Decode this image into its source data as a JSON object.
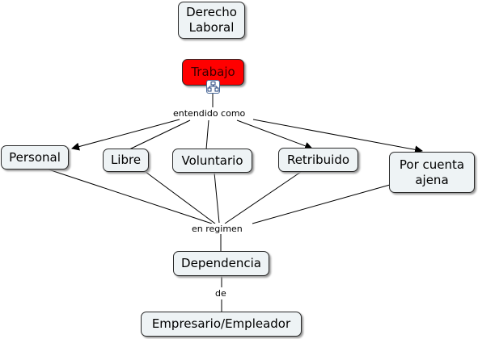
{
  "map": {
    "title": "Derecho\nLaboral",
    "root": "Trabajo",
    "link_root": "entendido como",
    "types": [
      "Personal",
      "Libre",
      "Voluntario",
      "Retribuido",
      "Por cuenta\najena"
    ],
    "link_types": "en regimen",
    "dependencia": "Dependencia",
    "link_de": "de",
    "empresario": "Empresario/Empleador"
  },
  "colors": {
    "root_fill": "#ff0000",
    "node_fill": "#eef3f5",
    "line": "#000000"
  },
  "icons": {
    "root_icon": "concept-map-icon"
  }
}
